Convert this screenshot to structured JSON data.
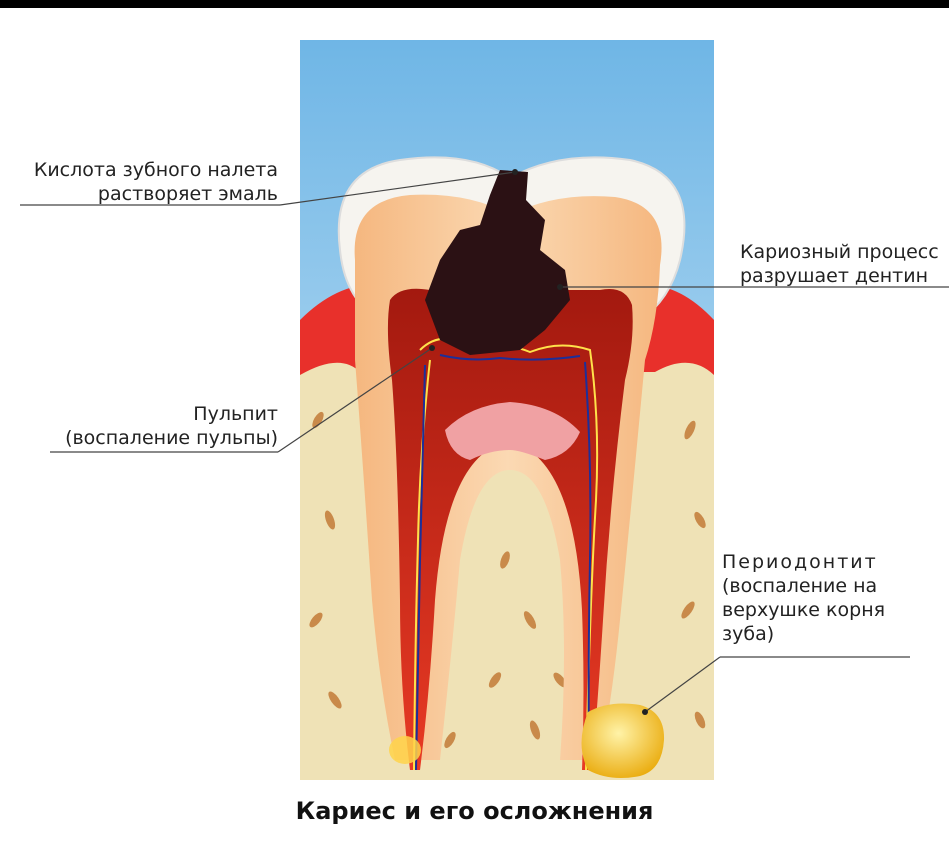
{
  "labels": {
    "acid": {
      "line1": "Кислота зубного налета",
      "line2": "растворяет эмаль"
    },
    "caries": {
      "line1": "Кариозный процесс",
      "line2": "разрушает дентин"
    },
    "pulpitis": {
      "line1": "Пульпит",
      "line2": "(воспаление пульпы)"
    },
    "periodontitis": {
      "line1": "Периодонтит",
      "line2": "(воспаление на",
      "line3": "верхушке корня",
      "line4": "зуба)"
    }
  },
  "title": "Кариес и его осложнения",
  "colors": {
    "sky": "#8fc8ec",
    "enamel": "#f6f4ef",
    "dentin": "#f3c99b",
    "gum": "#e8302b",
    "bone": "#efe2b6",
    "pulp": "#d62a1a",
    "cavity": "#2b1114",
    "abscess": "#f2c41a"
  }
}
